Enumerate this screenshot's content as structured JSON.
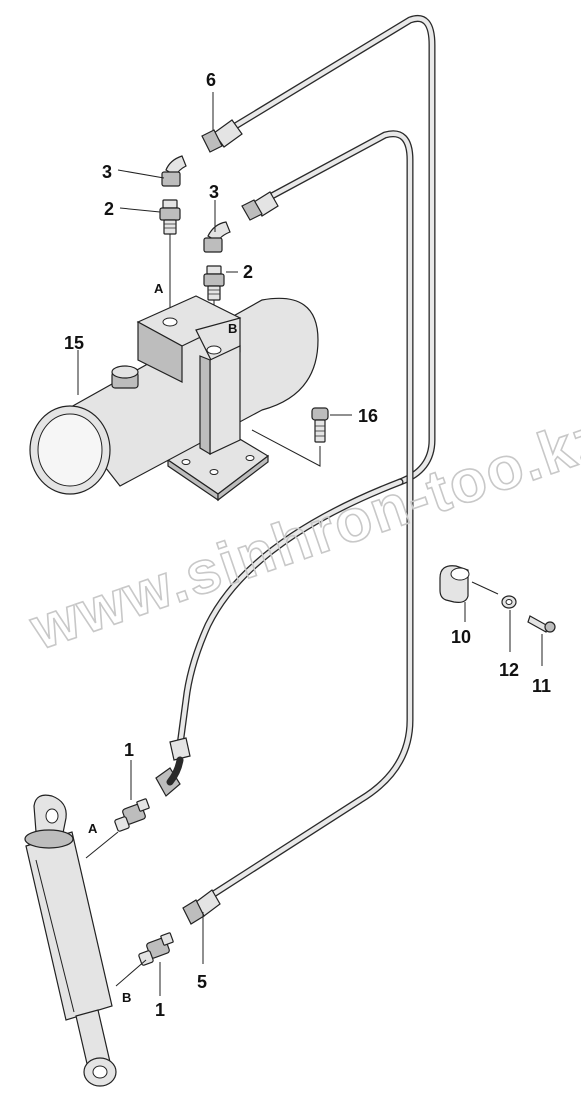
{
  "watermark": "www.sinhron-too.kz",
  "callouts": [
    {
      "id": "6",
      "text": "6"
    },
    {
      "id": "3a",
      "text": "3"
    },
    {
      "id": "2a",
      "text": "2"
    },
    {
      "id": "3b",
      "text": "3"
    },
    {
      "id": "2b",
      "text": "2"
    },
    {
      "id": "15",
      "text": "15"
    },
    {
      "id": "16",
      "text": "16"
    },
    {
      "id": "10",
      "text": "10"
    },
    {
      "id": "12",
      "text": "12"
    },
    {
      "id": "11",
      "text": "11"
    },
    {
      "id": "1a",
      "text": "1"
    },
    {
      "id": "5",
      "text": "5"
    },
    {
      "id": "1b",
      "text": "1"
    }
  ],
  "ports": [
    {
      "id": "pump-a",
      "text": "A"
    },
    {
      "id": "pump-b",
      "text": "B"
    },
    {
      "id": "cyl-a",
      "text": "A"
    },
    {
      "id": "cyl-b",
      "text": "B"
    }
  ]
}
